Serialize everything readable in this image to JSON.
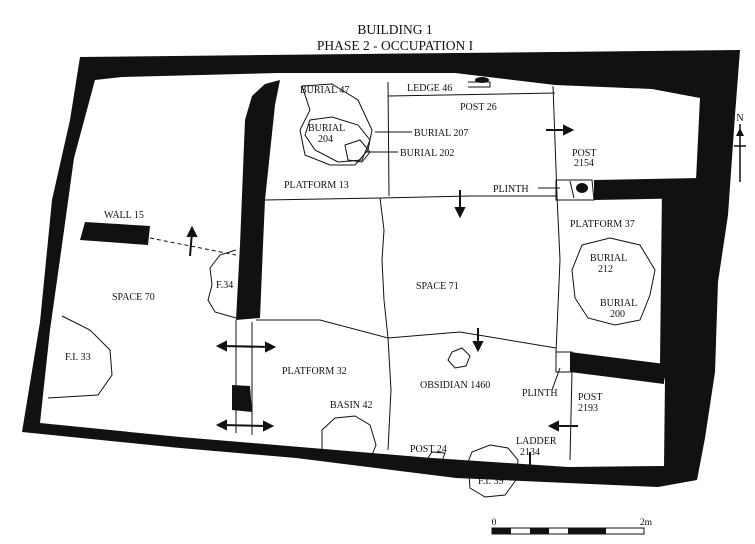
{
  "title": {
    "line1": "BUILDING 1",
    "line2": "PHASE 2 - OCCUPATION I"
  },
  "north_arrow": {
    "label": "N"
  },
  "scale_bar": {
    "start_label": "0",
    "end_label": "2m"
  },
  "labels": {
    "burial_47": "BURIAL 47",
    "ledge_46": "LEDGE 46",
    "post_26": "POST 26",
    "burial_204_a": "BURIAL",
    "burial_204_b": "204",
    "burial_207": "BURIAL 207",
    "burial_202": "BURIAL 202",
    "platform_13": "PLATFORM 13",
    "post_2154_a": "POST",
    "post_2154_b": "2154",
    "plinth_upper": "PLINTH",
    "platform_37": "PLATFORM 37",
    "wall_15": "WALL 15",
    "f34": "F.34",
    "space_70": "SPACE 70",
    "space_71": "SPACE 71",
    "burial_212_a": "BURIAL",
    "burial_212_b": "212",
    "burial_200_a": "BURIAL",
    "burial_200_b": "200",
    "fi_33": "F.I. 33",
    "platform_32": "PLATFORM 32",
    "obsidian_1460": "OBSIDIAN 1460",
    "plinth_lower": "PLINTH",
    "post_2193_a": "POST",
    "post_2193_b": "2193",
    "basin_42": "BASIN 42",
    "ladder_2134_a": "LADDER",
    "ladder_2134_b": "2134",
    "post_24": "POST 24",
    "fi_39": "F.I. 39"
  },
  "colors": {
    "wall": "#111111",
    "background": "#ffffff"
  }
}
